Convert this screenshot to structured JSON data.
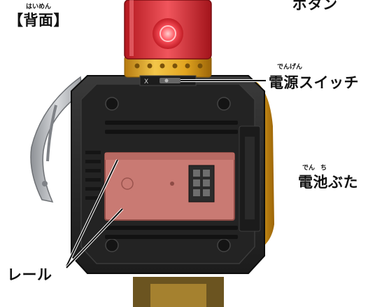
{
  "heading": {
    "text": "【背面】",
    "reading": "はいめん"
  },
  "top_label": {
    "text": "ボタン"
  },
  "labels": {
    "power_switch": {
      "text": "電源スイッチ",
      "reading": "でんげん"
    },
    "battery_cover": {
      "text": "電池ぶた",
      "reading_1": "でん",
      "reading_2": "ち"
    },
    "rail": {
      "text": "レール"
    }
  },
  "device": {
    "switch_mark": "X"
  },
  "colors": {
    "body": "#2a2a2a",
    "body_dark": "#151515",
    "battery_cover": "#c97a73",
    "light": "#e8313b",
    "gold": "#e2a520",
    "hook": "#b9bcc0"
  }
}
